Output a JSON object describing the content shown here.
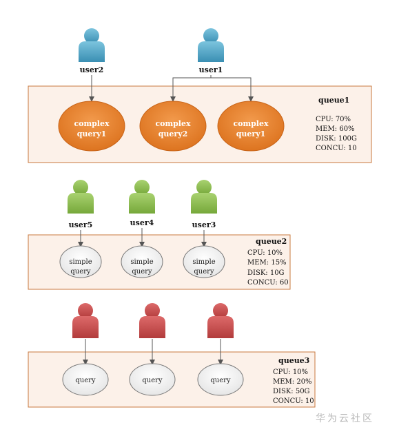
{
  "colors": {
    "queue_border": "#c8783e",
    "queue_fill": "#fcf1e9",
    "user_blue": "#4fa6c8",
    "user_green": "#8fbd4c",
    "user_red": "#c54a4a",
    "complex_query_fill": "#e8802a",
    "simple_query_fill": "#f2f2f2"
  },
  "icons": {
    "user": "user-icon",
    "arrow": "arrow-down-icon"
  },
  "groups": [
    {
      "queue": {
        "name": "queue1",
        "stats": [
          "CPU: 70%",
          "MEM: 60%",
          "DISK: 100G",
          "CONCU: 10"
        ]
      },
      "users": [
        "user2",
        "user1"
      ],
      "queries": [
        {
          "line1": "complex",
          "line2": "query1"
        },
        {
          "line1": "complex",
          "line2": "query2"
        },
        {
          "line1": "complex",
          "line2": "query1"
        }
      ]
    },
    {
      "queue": {
        "name": "queue2",
        "stats": [
          "CPU: 10%",
          "MEM: 15%",
          "DISK: 10G",
          "CONCU: 60"
        ]
      },
      "users": [
        "user5",
        "user4",
        "user3"
      ],
      "queries": [
        {
          "line1": "simple",
          "line2": "query"
        },
        {
          "line1": "simple",
          "line2": "query"
        },
        {
          "line1": "simple",
          "line2": "query"
        }
      ]
    },
    {
      "queue": {
        "name": "queue3",
        "stats": [
          "CPU: 10%",
          "MEM: 20%",
          "DISK: 50G",
          "CONCU: 10"
        ]
      },
      "users": [],
      "queries": [
        {
          "line1": "query"
        },
        {
          "line1": "query"
        },
        {
          "line1": "query"
        }
      ]
    }
  ],
  "watermark": "华为云社区"
}
